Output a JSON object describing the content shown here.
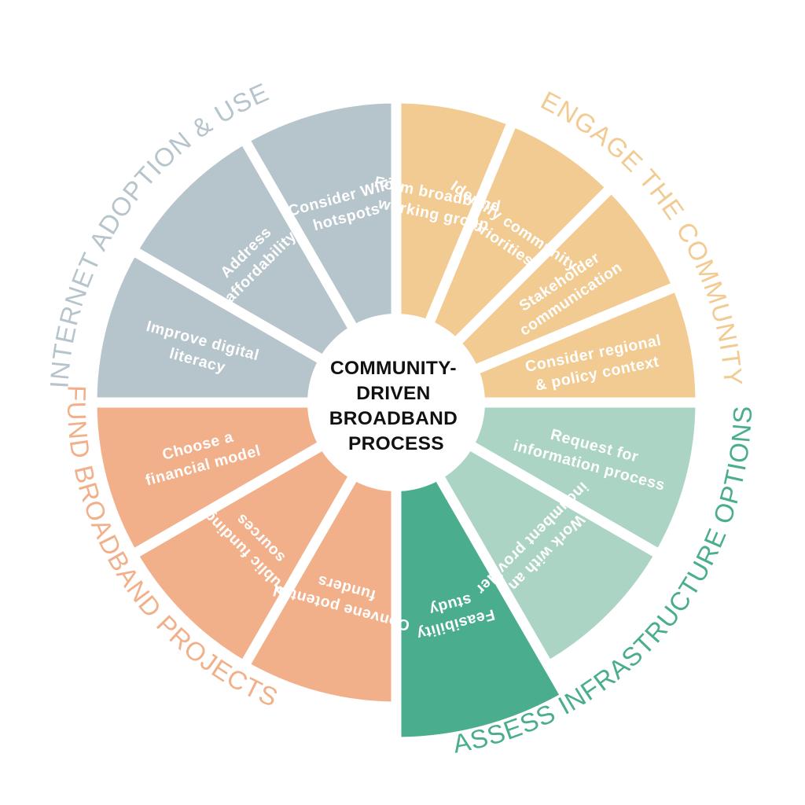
{
  "center": {
    "lines": [
      "COMMUNITY-",
      "DRIVEN",
      "BROADBAND",
      "PROCESS"
    ]
  },
  "groups": [
    {
      "id": "engage",
      "title": "ENGAGE THE COMMUNITY",
      "color": "#f2cb92",
      "title_color": "#f2cb92"
    },
    {
      "id": "assess",
      "title": "ASSESS INFRASTRUCTURE OPTIONS",
      "color": "#acd4c4",
      "title_color": "#4aad8e"
    },
    {
      "id": "fund",
      "title": "FUND BROADBAND PROJECTS",
      "color": "#f2b08a",
      "title_color": "#f2b08a"
    },
    {
      "id": "adopt",
      "title": "INTERNET ADOPTION & USE",
      "color": "#b6c4cb",
      "title_color": "#b6c4cb"
    }
  ],
  "segments": [
    {
      "group": "engage",
      "lines": [
        "Form broadband",
        "working group"
      ]
    },
    {
      "group": "engage",
      "lines": [
        "Identify community",
        "priorities"
      ]
    },
    {
      "group": "engage",
      "lines": [
        "Stakeholder",
        "communication"
      ]
    },
    {
      "group": "engage",
      "lines": [
        "Consider regional",
        "& policy context"
      ]
    },
    {
      "group": "assess",
      "lines": [
        "Request for",
        "information process"
      ]
    },
    {
      "group": "assess",
      "lines": [
        "Work with an",
        "incumbent provider"
      ]
    },
    {
      "group": "assess",
      "lines": [
        "Feasibility",
        "study"
      ],
      "highlight": true,
      "color": "#4aad8e"
    },
    {
      "group": "fund",
      "lines": [
        "Convene potential",
        "funders"
      ]
    },
    {
      "group": "fund",
      "lines": [
        "Public funding",
        "sources"
      ]
    },
    {
      "group": "fund",
      "lines": [
        "Choose a",
        "financial model"
      ]
    },
    {
      "group": "adopt",
      "lines": [
        "Improve digital",
        "literacy"
      ]
    },
    {
      "group": "adopt",
      "lines": [
        "Address",
        "affordability"
      ]
    },
    {
      "group": "adopt",
      "lines": [
        "Consider WiFi",
        "hotspots"
      ]
    }
  ]
}
